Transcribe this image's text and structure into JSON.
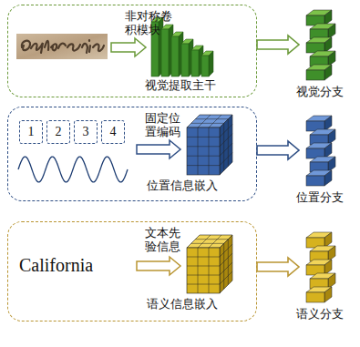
{
  "diagram": {
    "nodes": [
      {
        "text": [
          "非对称卷积模块",
          "视觉提取主干"
        ]
      },
      {
        "text": [
          "视觉分支"
        ]
      },
      {
        "text": [
          "固定位置编码",
          "位置信息嵌入"
        ]
      },
      {
        "text": [
          "1"
        ],
        "in": 2
      },
      {
        "text": [
          "2"
        ],
        "in": 2
      },
      {
        "text": [
          "3"
        ],
        "in": 2
      },
      {
        "text": [
          "4"
        ],
        "in": 2
      },
      {
        "text": [
          "位置分支"
        ]
      },
      {
        "text": [
          "California",
          "文本先验信息",
          "语义信息嵌入"
        ]
      },
      {
        "text": [
          "语义分支"
        ]
      }
    ],
    "edges": [
      {
        "from": 0,
        "to": 1,
        "arrow": "to"
      },
      {
        "from": 2,
        "to": 7,
        "arrow": "to"
      },
      {
        "from": 8,
        "to": 9,
        "arrow": "to"
      }
    ]
  }
}
